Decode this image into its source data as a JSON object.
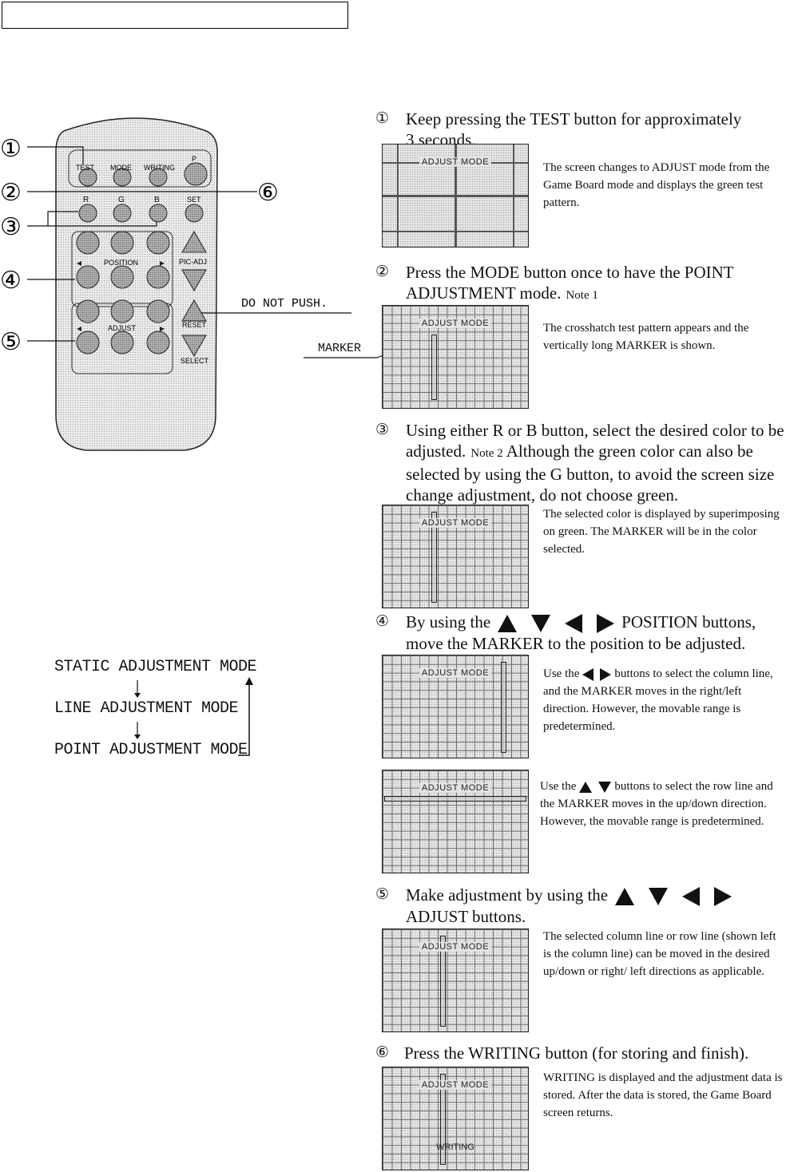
{
  "remote": {
    "buttons": {
      "test": "TEST",
      "mode": "MODE",
      "writing": "WRITING",
      "p": "P",
      "r": "R",
      "g": "G",
      "b": "B",
      "set": "SET",
      "position": "POSITION",
      "pic_adj": "PIC-ADJ",
      "reset": "RESET",
      "adjust": "ADJUST",
      "select": "SELECT"
    },
    "callouts": [
      "①",
      "②",
      "③",
      "④",
      "⑤",
      "⑥"
    ],
    "do_not_push": "DO NOT PUSH.",
    "marker": "MARKER"
  },
  "steps": [
    {
      "num": "①",
      "text": "Keep pressing the TEST button for approximately 3 seconds."
    },
    {
      "num": "②",
      "text": "Press the MODE button once to have the POINT ADJUSTMENT mode.",
      "note": "Note 1"
    },
    {
      "num": "③",
      "text_a": "Using either R or B button, select the desired color to be adjusted.",
      "note": "Note 2",
      "text_b": "Although the green color can also be selected by using the G button, to avoid the screen size change adjustment, do not choose green."
    },
    {
      "num": "④",
      "text_a": "By using the",
      "text_b": "POSITION buttons, move the MARKER to the position to be adjusted."
    },
    {
      "num": "⑤",
      "text_a": "Make adjustment by using the",
      "text_b": "ADJUST buttons."
    },
    {
      "num": "⑥",
      "text": "Press the WRITING button (for storing and finish)."
    }
  ],
  "screens": {
    "label": "ADJUST MODE",
    "writing": "WRITING"
  },
  "descriptions": {
    "d1": "The screen changes to ADJUST mode from the Game Board mode and displays the green test pattern.",
    "d2": "The crosshatch test pattern appears and the vertically long MARKER is shown.",
    "d3": "The selected color is displayed by superimposing on green. The MARKER will be in the color selected.",
    "d4a_pre": "Use the",
    "d4a_post": "buttons to select the column line, and the MARKER moves in the right/left direction. However, the movable range is predetermined.",
    "d4b_pre": "Use the",
    "d4b_post": "buttons to select the row line and the MARKER moves in the up/down direction. However, the movable range is predetermined.",
    "d5": "The selected column line or row line (shown left is the column line) can be moved in the desired up/down or right/ left directions as applicable.",
    "d6": "WRITING is displayed and the adjustment data is stored. After the data is stored, the Game Board screen returns."
  },
  "mode_flow": [
    "STATIC ADJUSTMENT MODE",
    "LINE ADJUSTMENT MODE",
    "POINT ADJUSTMENT MODE"
  ]
}
